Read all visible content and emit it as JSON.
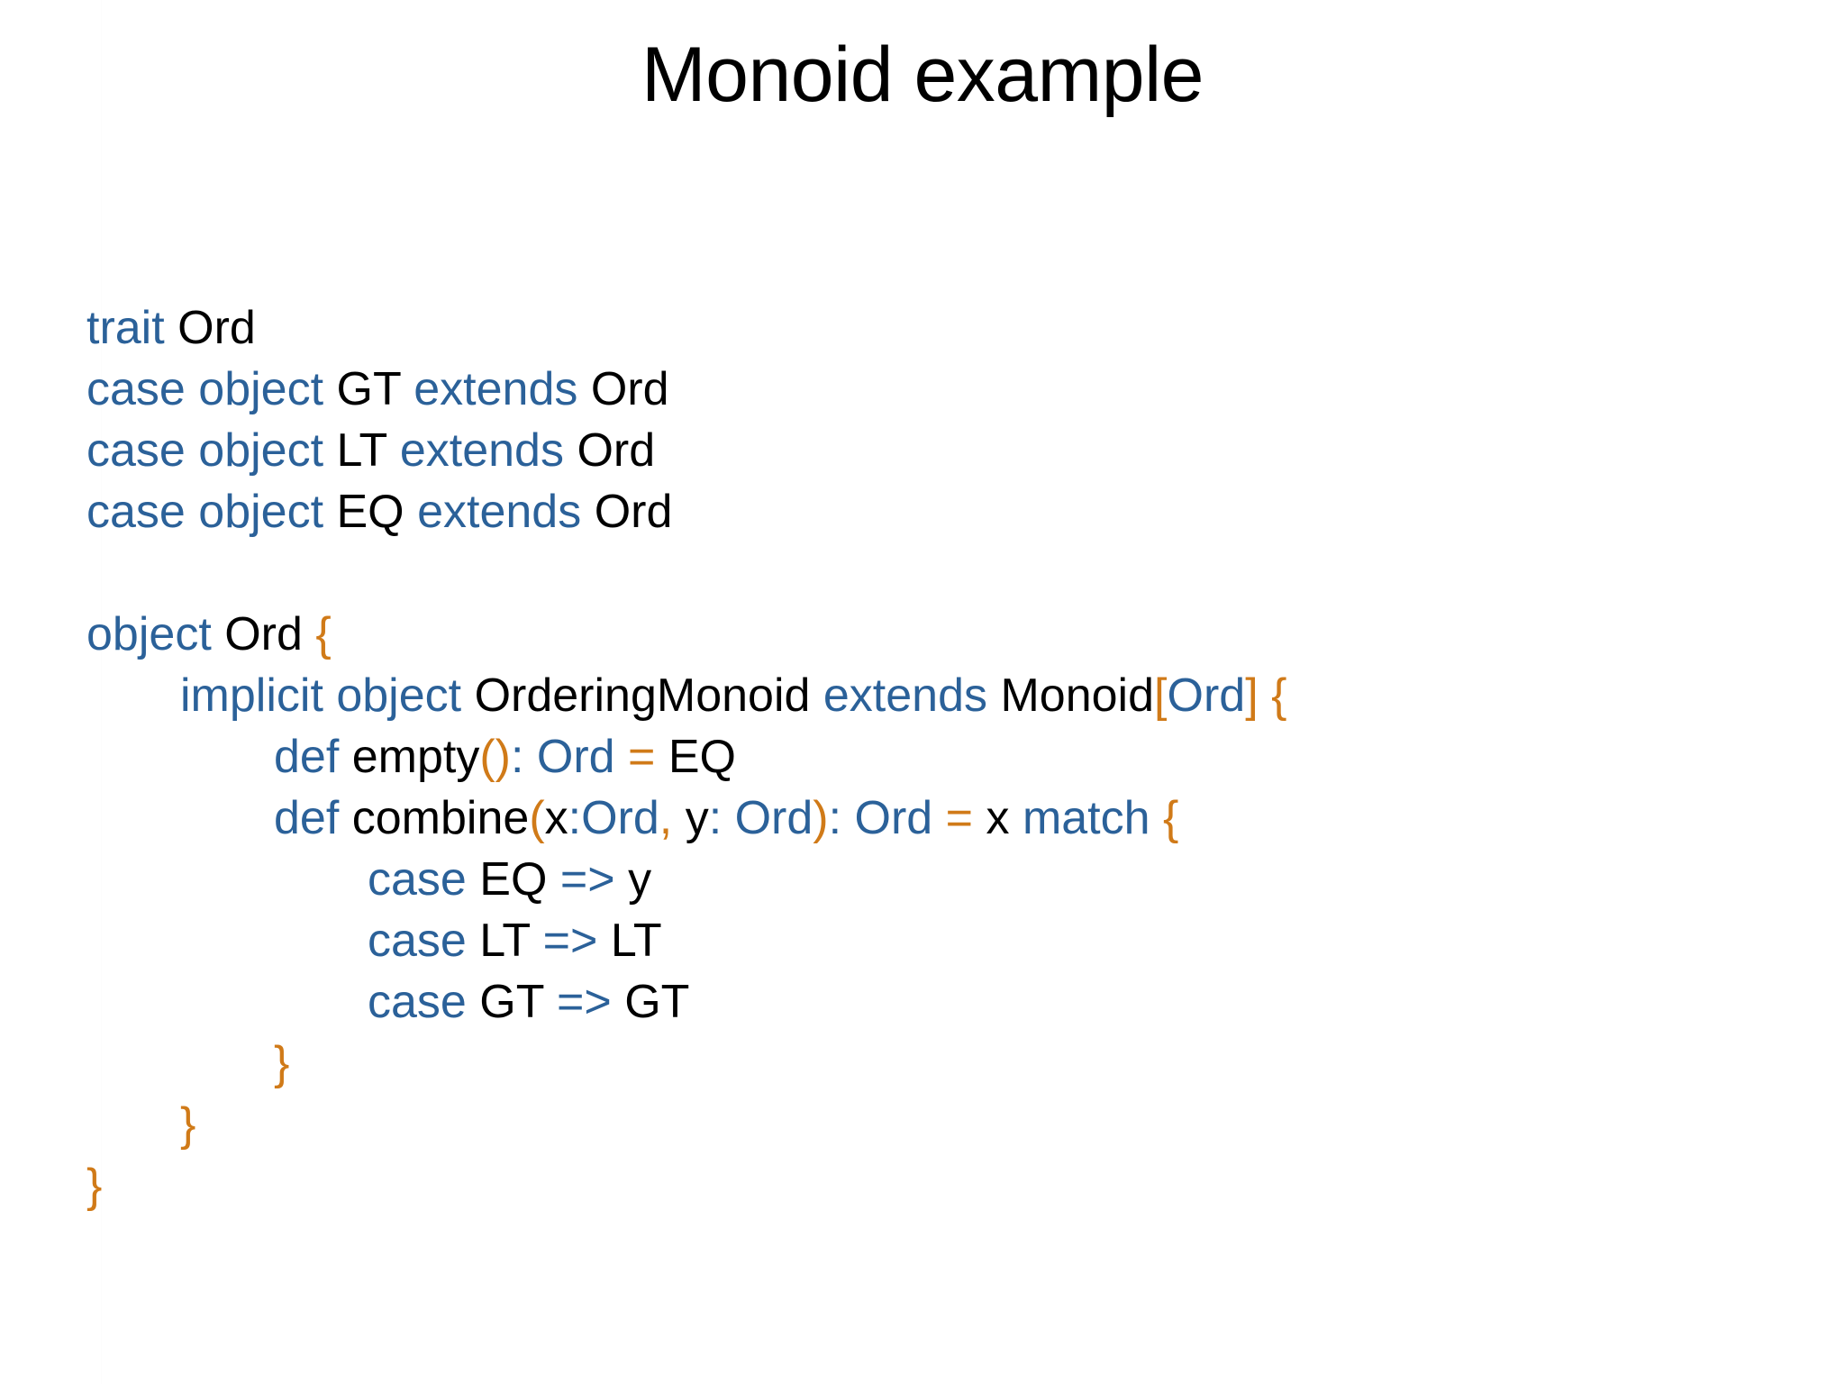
{
  "slide": {
    "title": "Monoid example",
    "background_color": "#ffffff",
    "colors": {
      "keyword": "#2b6199",
      "punctuation": "#d07a18",
      "identifier": "#000000",
      "type": "#2b6199"
    },
    "code": {
      "language": "scala",
      "plain_text": "trait Ord\ncase object GT extends Ord\ncase object LT extends Ord\ncase object EQ extends Ord\n\nobject Ord {\n  implicit object OrderingMonoid extends Monoid[Ord] {\n    def empty(): Ord = EQ\n    def combine(x:Ord, y: Ord): Ord = x match {\n      case EQ => y\n      case LT => LT\n      case GT => GT\n    }\n  }\n}",
      "lines": [
        {
          "indent": "",
          "tokens": [
            {
              "t": "trait",
              "c": "kw"
            },
            {
              "t": " ",
              "c": "plain"
            },
            {
              "t": "Ord",
              "c": "id"
            }
          ]
        },
        {
          "indent": "",
          "tokens": [
            {
              "t": "case object",
              "c": "kw"
            },
            {
              "t": " ",
              "c": "plain"
            },
            {
              "t": "GT",
              "c": "id"
            },
            {
              "t": " ",
              "c": "plain"
            },
            {
              "t": "extends",
              "c": "kw"
            },
            {
              "t": " ",
              "c": "plain"
            },
            {
              "t": "Ord",
              "c": "id"
            }
          ]
        },
        {
          "indent": "",
          "tokens": [
            {
              "t": "case object",
              "c": "kw"
            },
            {
              "t": " ",
              "c": "plain"
            },
            {
              "t": "LT",
              "c": "id"
            },
            {
              "t": " ",
              "c": "plain"
            },
            {
              "t": "extends",
              "c": "kw"
            },
            {
              "t": " ",
              "c": "plain"
            },
            {
              "t": "Ord",
              "c": "id"
            }
          ]
        },
        {
          "indent": "",
          "tokens": [
            {
              "t": "case object",
              "c": "kw"
            },
            {
              "t": " ",
              "c": "plain"
            },
            {
              "t": "EQ",
              "c": "id"
            },
            {
              "t": " ",
              "c": "plain"
            },
            {
              "t": "extends",
              "c": "kw"
            },
            {
              "t": " ",
              "c": "plain"
            },
            {
              "t": "Ord",
              "c": "id"
            }
          ]
        },
        {
          "indent": "",
          "tokens": []
        },
        {
          "indent": "",
          "tokens": [
            {
              "t": "object",
              "c": "kw"
            },
            {
              "t": " ",
              "c": "plain"
            },
            {
              "t": "Ord",
              "c": "id"
            },
            {
              "t": " ",
              "c": "plain"
            },
            {
              "t": "{",
              "c": "pun"
            }
          ]
        },
        {
          "indent": " ",
          "tokens": [
            {
              "t": "implicit object",
              "c": "kw"
            },
            {
              "t": " ",
              "c": "plain"
            },
            {
              "t": "OrderingMonoid",
              "c": "id"
            },
            {
              "t": " ",
              "c": "plain"
            },
            {
              "t": "extends",
              "c": "kw"
            },
            {
              "t": " ",
              "c": "plain"
            },
            {
              "t": "Monoid",
              "c": "id"
            },
            {
              "t": "[",
              "c": "pun"
            },
            {
              "t": "Ord",
              "c": "type"
            },
            {
              "t": "]",
              "c": "pun"
            },
            {
              "t": " ",
              "c": "plain"
            },
            {
              "t": "{",
              "c": "pun"
            }
          ]
        },
        {
          "indent": "  ",
          "tokens": [
            {
              "t": "def",
              "c": "kw"
            },
            {
              "t": " ",
              "c": "plain"
            },
            {
              "t": "empty",
              "c": "id"
            },
            {
              "t": "()",
              "c": "pun"
            },
            {
              "t": ":",
              "c": "type"
            },
            {
              "t": " ",
              "c": "plain"
            },
            {
              "t": "Ord",
              "c": "type"
            },
            {
              "t": " ",
              "c": "plain"
            },
            {
              "t": "=",
              "c": "pun"
            },
            {
              "t": " ",
              "c": "plain"
            },
            {
              "t": "EQ",
              "c": "id"
            }
          ]
        },
        {
          "indent": "  ",
          "tokens": [
            {
              "t": "def",
              "c": "kw"
            },
            {
              "t": " ",
              "c": "plain"
            },
            {
              "t": "combine",
              "c": "id"
            },
            {
              "t": "(",
              "c": "pun"
            },
            {
              "t": "x",
              "c": "id"
            },
            {
              "t": ":",
              "c": "type"
            },
            {
              "t": "Ord",
              "c": "type"
            },
            {
              "t": ",",
              "c": "pun"
            },
            {
              "t": " ",
              "c": "plain"
            },
            {
              "t": "y",
              "c": "id"
            },
            {
              "t": ":",
              "c": "type"
            },
            {
              "t": " ",
              "c": "plain"
            },
            {
              "t": "Ord",
              "c": "type"
            },
            {
              "t": ")",
              "c": "pun"
            },
            {
              "t": ":",
              "c": "type"
            },
            {
              "t": " ",
              "c": "plain"
            },
            {
              "t": "Ord",
              "c": "type"
            },
            {
              "t": " ",
              "c": "plain"
            },
            {
              "t": "=",
              "c": "pun"
            },
            {
              "t": " ",
              "c": "plain"
            },
            {
              "t": "x",
              "c": "id"
            },
            {
              "t": " ",
              "c": "plain"
            },
            {
              "t": "match",
              "c": "kw"
            },
            {
              "t": " ",
              "c": "plain"
            },
            {
              "t": "{",
              "c": "pun"
            }
          ]
        },
        {
          "indent": "   ",
          "tokens": [
            {
              "t": "case",
              "c": "kw"
            },
            {
              "t": " ",
              "c": "plain"
            },
            {
              "t": "EQ",
              "c": "id"
            },
            {
              "t": " ",
              "c": "plain"
            },
            {
              "t": "=>",
              "c": "kw"
            },
            {
              "t": " ",
              "c": "plain"
            },
            {
              "t": "y",
              "c": "id"
            }
          ]
        },
        {
          "indent": "   ",
          "tokens": [
            {
              "t": "case",
              "c": "kw"
            },
            {
              "t": " ",
              "c": "plain"
            },
            {
              "t": "LT",
              "c": "id"
            },
            {
              "t": " ",
              "c": "plain"
            },
            {
              "t": "=>",
              "c": "kw"
            },
            {
              "t": " ",
              "c": "plain"
            },
            {
              "t": "LT",
              "c": "id"
            }
          ]
        },
        {
          "indent": "   ",
          "tokens": [
            {
              "t": "case",
              "c": "kw"
            },
            {
              "t": " ",
              "c": "plain"
            },
            {
              "t": "GT",
              "c": "id"
            },
            {
              "t": " ",
              "c": "plain"
            },
            {
              "t": "=>",
              "c": "kw"
            },
            {
              "t": " ",
              "c": "plain"
            },
            {
              "t": "GT",
              "c": "id"
            }
          ]
        },
        {
          "indent": "  ",
          "tokens": [
            {
              "t": "}",
              "c": "pun"
            }
          ]
        },
        {
          "indent": " ",
          "tokens": [
            {
              "t": "}",
              "c": "pun"
            }
          ]
        },
        {
          "indent": "",
          "tokens": [
            {
              "t": "}",
              "c": "pun"
            }
          ]
        }
      ]
    }
  }
}
